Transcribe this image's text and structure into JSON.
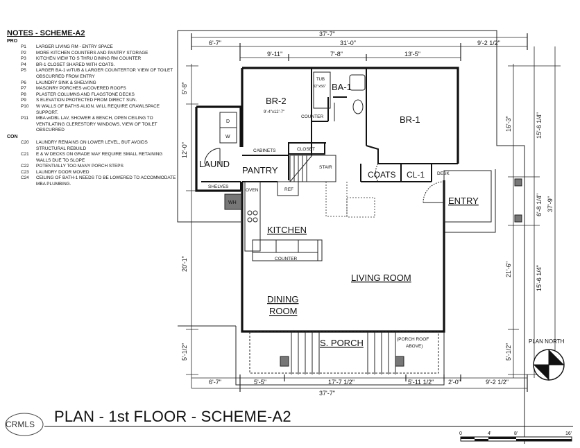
{
  "notes": {
    "title": "NOTES - SCHEME-A2",
    "pro_label": "PRO",
    "pro": [
      {
        "code": "P1",
        "text": "LARGER LIVING RM - ENTRY SPACE"
      },
      {
        "code": "P2",
        "text": "MORE KITCHEN COUNTERS AND PANTRY STORAGE"
      },
      {
        "code": "P3",
        "text": "KITCHEN VIEW TO S THRU DINING RM COUNTER"
      },
      {
        "code": "P4",
        "text": "BR-1 CLOSET SHARED WITH COATS."
      },
      {
        "code": "P5",
        "text": "LARGER BA-1 w/TUB & LARGER COUNTERTOP. VIEW OF TOILET OBSCURRED FROM ENTRY"
      },
      {
        "code": "P6",
        "text": "LAUNDRY SINK & SHELVING"
      },
      {
        "code": "P7",
        "text": "MASONRY PORCHES w/COVERED ROOFS"
      },
      {
        "code": "P8",
        "text": "PLASTER COLUMNS AND FLAGSTONE DECKS"
      },
      {
        "code": "P9",
        "text": "S ELEVATION PROTECTED FROM DIRECT SUN."
      },
      {
        "code": "P10",
        "text": "W WALLS OF BATHS ALIGN.  WILL REQUIRE CRAWLSPACE SUPPORT."
      },
      {
        "code": "P11",
        "text": "MBA w/DBL LAV, SHOWER & BENCH, OPEN CEILING TO VENTILATING CLERESTORY WINDOWS, VIEW OF TOILET OBSCURRED"
      }
    ],
    "con_label": "CON",
    "con": [
      {
        "code": "C20",
        "text": "LAUNDRY REMAINS ON LOWER LEVEL, BUT AVOIDS STRUCTURAL REBUILD"
      },
      {
        "code": "C21",
        "text": "E & W DECKS ON GRADE MAY REQUIRE SMALL RETAINING WALLS DUE TO SLOPE"
      },
      {
        "code": "C22",
        "text": "POTENTIALLY TOO MANY PORCH STEPS"
      },
      {
        "code": "C23",
        "text": "LAUNDRY DOOR MOVED"
      },
      {
        "code": "C24",
        "text": "CEILING OF BATH-1 NEEDS TO BE LOWERED TO ACCOMMODATE MBA PLUMBING."
      }
    ]
  },
  "rooms": {
    "br2": "BR-2",
    "br2_size": "9'-4\"x12'-7\"",
    "ba1": "BA-1",
    "tub": "TUB",
    "tub_size": "32\"x56\"",
    "br1": "BR-1",
    "counter_bath": "COUNTER",
    "closet": "CLOSET",
    "cabinets": "CABINETS",
    "stair": "STAIR",
    "coats": "COATS",
    "cl1": "CL-1",
    "desk": "DESK",
    "entry": "ENTRY",
    "laund": "LAUND",
    "pantry": "PANTRY",
    "shelves": "SHELVES",
    "oven": "OVEN",
    "ref": "REF",
    "wh": "WH",
    "washer_d": "D",
    "washer_w": "W",
    "kitchen": "KITCHEN",
    "counter_kitchen": "COUNTER",
    "living": "LIVING ROOM",
    "dining_1": "DINING",
    "dining_2": "ROOM",
    "porch": "S. PORCH",
    "porch_roof_1": "(PORCH ROOF",
    "porch_roof_2": "ABOVE)"
  },
  "dims": {
    "top_overall": "37'-7\"",
    "top_left": "6'-7\"",
    "top_mid": "31'-0\"",
    "top_right": "9'-2 1/2\"",
    "top_seg1": "9'-11\"",
    "top_seg2": "7'-8\"",
    "top_seg3": "13'-5\"",
    "bot_left": "6'-7\"",
    "bot_seg1": "5'-5\"",
    "bot_seg2": "17'-7 1/2\"",
    "bot_seg3": "5'-11 1/2\"",
    "bot_seg4": "2'-0\"",
    "bot_right": "9'-2 1/2\"",
    "bot_overall": "37'-7\"",
    "left_1": "5'-8\"",
    "left_2": "12'-0\"",
    "left_3": "20'-1\"",
    "left_4": "5'-1/2\"",
    "right_1": "16'-3\"",
    "right_2": "21'-6\"",
    "right_3": "5'-1/2\"",
    "far_1": "15'-6 1/4\"",
    "far_2": "6'-8 1/4\"",
    "far_3": "15'-6 1/4\"",
    "far_overall": "37'-9\""
  },
  "plan_north": "PLAN NORTH",
  "scale": {
    "s0": "0",
    "s4": "4'",
    "s8": "8'",
    "s16": "16'"
  },
  "title": "PLAN - 1st FLOOR - SCHEME-A2",
  "watermark": "CRMLS"
}
